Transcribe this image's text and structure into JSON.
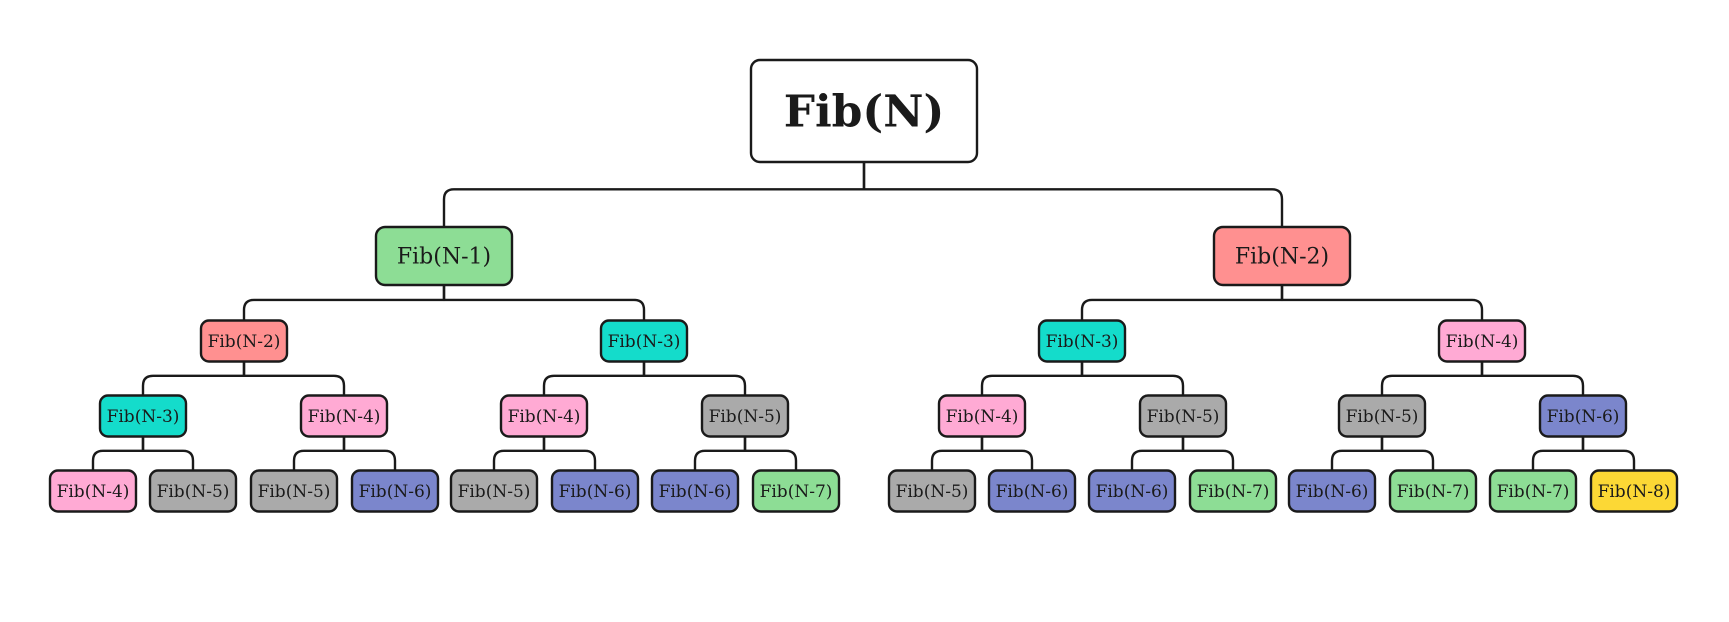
{
  "colors": {
    "root_fill": "#ffffff",
    "root_text": "#3949ab",
    "n1": "#8ddd95",
    "n2": "#ff9090",
    "n3": "#14dccb",
    "n4": "#ffaad4",
    "n5": "#aaaaaa",
    "n6": "#7b86cc",
    "n7": "#8ddd95",
    "n8": "#fcd835",
    "stroke": "#1a1a1a"
  },
  "tree": {
    "label": "Fib(N)",
    "key": "root",
    "children": [
      {
        "label": "Fib(N-1)",
        "key": "n1",
        "children": [
          {
            "label": "Fib(N-2)",
            "key": "n2",
            "children": [
              {
                "label": "Fib(N-3)",
                "key": "n3",
                "children": [
                  {
                    "label": "Fib(N-4)",
                    "key": "n4"
                  },
                  {
                    "label": "Fib(N-5)",
                    "key": "n5"
                  }
                ]
              },
              {
                "label": "Fib(N-4)",
                "key": "n4",
                "children": [
                  {
                    "label": "Fib(N-5)",
                    "key": "n5"
                  },
                  {
                    "label": "Fib(N-6)",
                    "key": "n6"
                  }
                ]
              }
            ]
          },
          {
            "label": "Fib(N-3)",
            "key": "n3",
            "children": [
              {
                "label": "Fib(N-4)",
                "key": "n4",
                "children": [
                  {
                    "label": "Fib(N-5)",
                    "key": "n5"
                  },
                  {
                    "label": "Fib(N-6)",
                    "key": "n6"
                  }
                ]
              },
              {
                "label": "Fib(N-5)",
                "key": "n5",
                "children": [
                  {
                    "label": "Fib(N-6)",
                    "key": "n6"
                  },
                  {
                    "label": "Fib(N-7)",
                    "key": "n7"
                  }
                ]
              }
            ]
          }
        ]
      },
      {
        "label": "Fib(N-2)",
        "key": "n2",
        "children": [
          {
            "label": "Fib(N-3)",
            "key": "n3",
            "children": [
              {
                "label": "Fib(N-4)",
                "key": "n4",
                "children": [
                  {
                    "label": "Fib(N-5)",
                    "key": "n5"
                  },
                  {
                    "label": "Fib(N-6)",
                    "key": "n6"
                  }
                ]
              },
              {
                "label": "Fib(N-5)",
                "key": "n5",
                "children": [
                  {
                    "label": "Fib(N-6)",
                    "key": "n6"
                  },
                  {
                    "label": "Fib(N-7)",
                    "key": "n7"
                  }
                ]
              }
            ]
          },
          {
            "label": "Fib(N-4)",
            "key": "n4",
            "children": [
              {
                "label": "Fib(N-5)",
                "key": "n5",
                "children": [
                  {
                    "label": "Fib(N-6)",
                    "key": "n6"
                  },
                  {
                    "label": "Fib(N-7)",
                    "key": "n7"
                  }
                ]
              },
              {
                "label": "Fib(N-6)",
                "key": "n6",
                "children": [
                  {
                    "label": "Fib(N-7)",
                    "key": "n7"
                  },
                  {
                    "label": "Fib(N-8)",
                    "key": "n8"
                  }
                ]
              }
            ]
          }
        ]
      }
    ]
  }
}
